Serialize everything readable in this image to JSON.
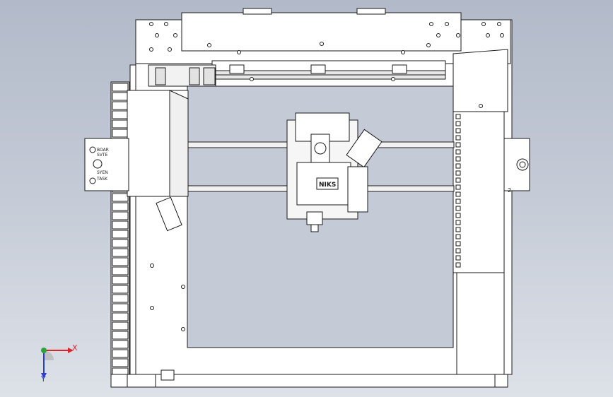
{
  "viewport": {
    "part_labels": {
      "left_plate_line1": "BOAR",
      "left_plate_line2": "SVTE",
      "left_plate_line3": "SYEN",
      "left_plate_line4": "TASK",
      "toolhead_badge": "NIKS",
      "right_tab": "2"
    }
  },
  "triad": {
    "x_label": "X",
    "y_label": "Y",
    "colors": {
      "x": "#d9262b",
      "y": "#2fa23a",
      "z": "#2d3ec9"
    }
  },
  "colors": {
    "background_top": "#b2bac9",
    "background_bottom": "#dde1e8",
    "part_fill": "#ffffff",
    "line": "#1a1a1a"
  }
}
